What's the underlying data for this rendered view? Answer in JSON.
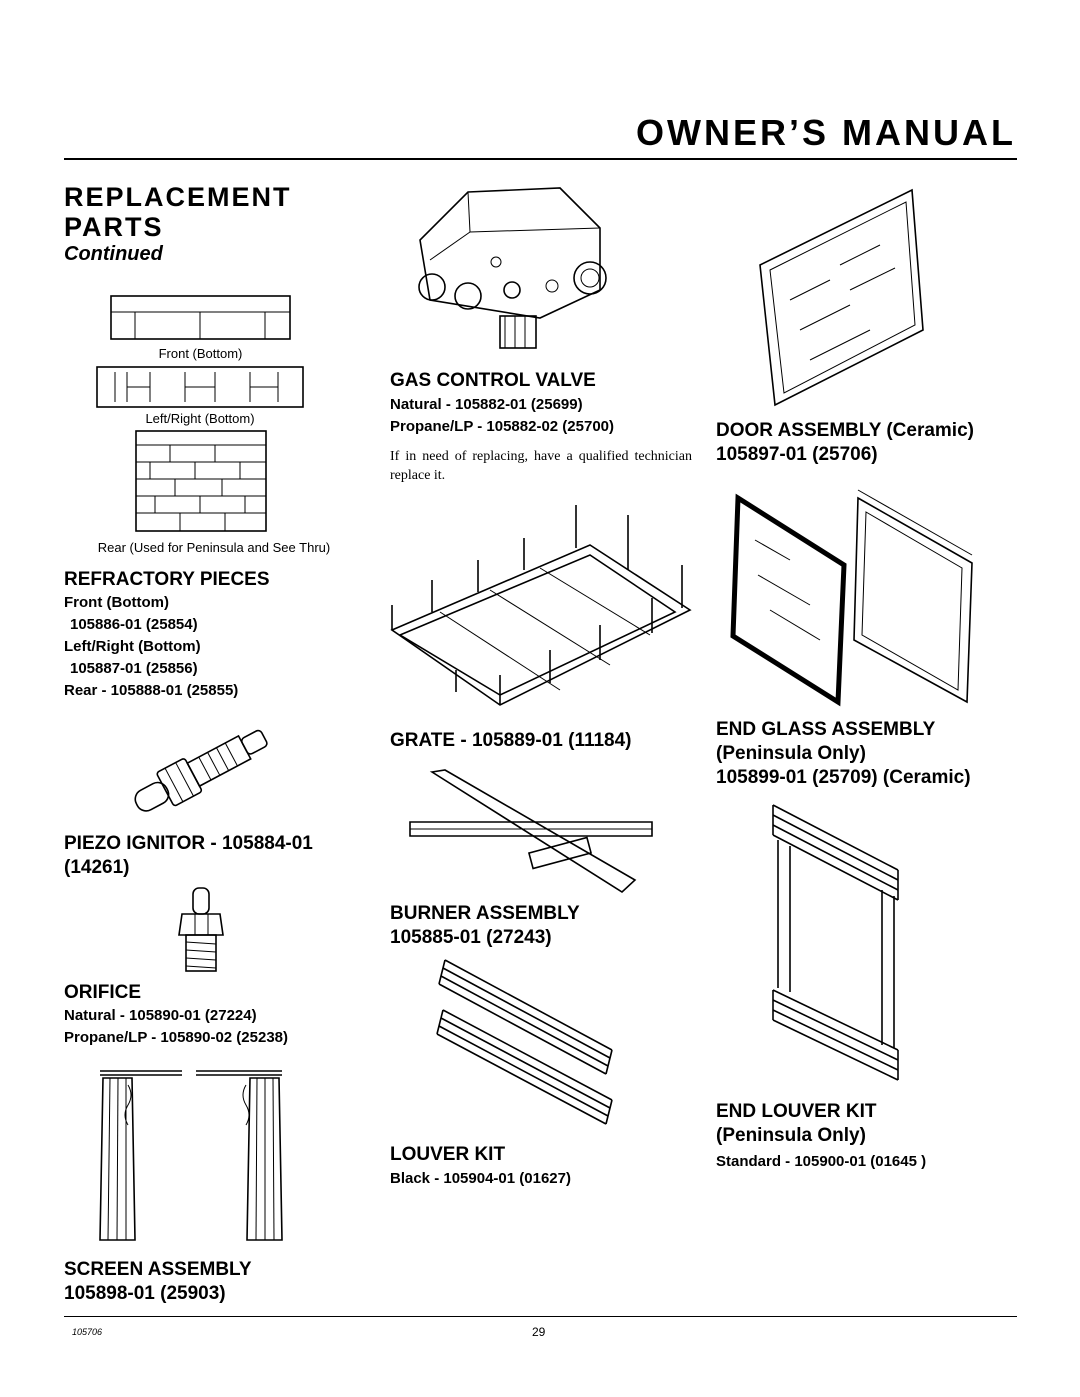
{
  "header": {
    "title": "OWNER’S MANUAL"
  },
  "section": {
    "title_line1": "REPLACEMENT",
    "title_line2": "PARTS",
    "subtitle": "Continued"
  },
  "refractory": {
    "caption_front": "Front (Bottom)",
    "caption_leftright": "Left/Right (Bottom)",
    "caption_rear": "Rear (Used for Peninsula and See Thru)",
    "title": "REFRACTORY PIECES",
    "lines": [
      "Front (Bottom)",
      "105886-01 (25854)",
      "Left/Right (Bottom)",
      "105887-01 (25856)",
      "Rear - 105888-01 (25855)"
    ]
  },
  "piezo": {
    "line1": "PIEZO IGNITOR - 105884-01",
    "line2": "(14261)"
  },
  "orifice": {
    "title": "ORIFICE",
    "natural": "Natural - 105890-01 (27224)",
    "propane": "Propane/LP - 105890-02 (25238)"
  },
  "screen": {
    "line1": "SCREEN ASSEMBLY",
    "line2": "105898-01 (25903)"
  },
  "gas_valve": {
    "title": "GAS CONTROL VALVE",
    "natural": "Natural - 105882-01 (25699)",
    "propane": "Propane/LP - 105882-02 (25700)",
    "note": "If in need of replacing, have a qualified technician replace it."
  },
  "grate": {
    "title": "GRATE - 105889-01 (11184)"
  },
  "burner": {
    "line1": "BURNER ASSEMBLY",
    "line2": "105885-01 (27243)"
  },
  "louver": {
    "title": "LOUVER KIT",
    "black": "Black - 105904-01 (01627)"
  },
  "door": {
    "line1": "DOOR ASSEMBLY (Ceramic)",
    "line2": "105897-01 (25706)"
  },
  "end_glass": {
    "line1": "END GLASS ASSEMBLY",
    "line2": "(Peninsula Only)",
    "line3": "105899-01 (25709) (Ceramic)"
  },
  "end_louver": {
    "line1": "END LOUVER KIT",
    "line2": "(Peninsula Only)",
    "standard": "Standard - 105900-01 (01645 )"
  },
  "footer": {
    "code": "105706",
    "page": "29"
  }
}
